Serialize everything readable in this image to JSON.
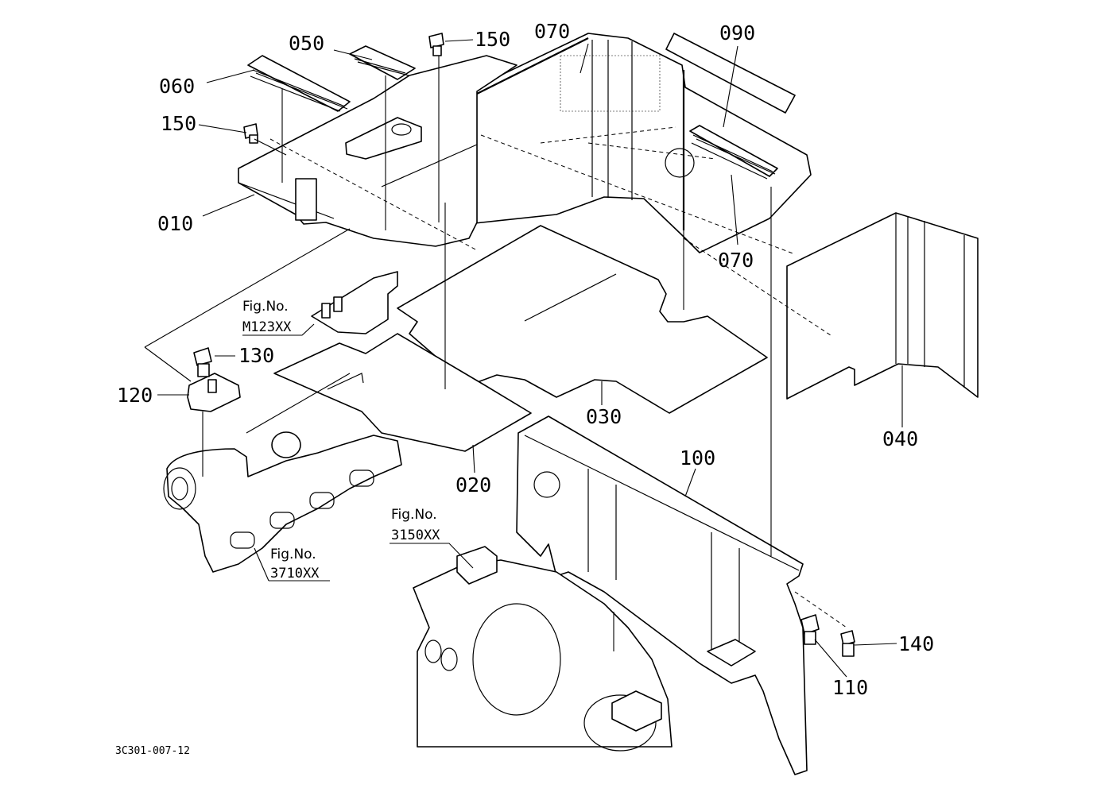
{
  "callouts": {
    "c010": "010",
    "c020": "020",
    "c030": "030",
    "c040": "040",
    "c050": "050",
    "c060": "060",
    "c070a": "070",
    "c070b": "070",
    "c090": "090",
    "c100": "100",
    "c110": "110",
    "c120": "120",
    "c130": "130",
    "c140": "140",
    "c150a": "150",
    "c150b": "150"
  },
  "figure_refs": {
    "m123": {
      "label": "Fig.No.",
      "code": "M123XX"
    },
    "f3150": {
      "label": "Fig.No.",
      "code": "3150XX"
    },
    "f3710": {
      "label": "Fig.No.",
      "code": "3710XX"
    }
  },
  "drawing_id": "3C301-007-12"
}
